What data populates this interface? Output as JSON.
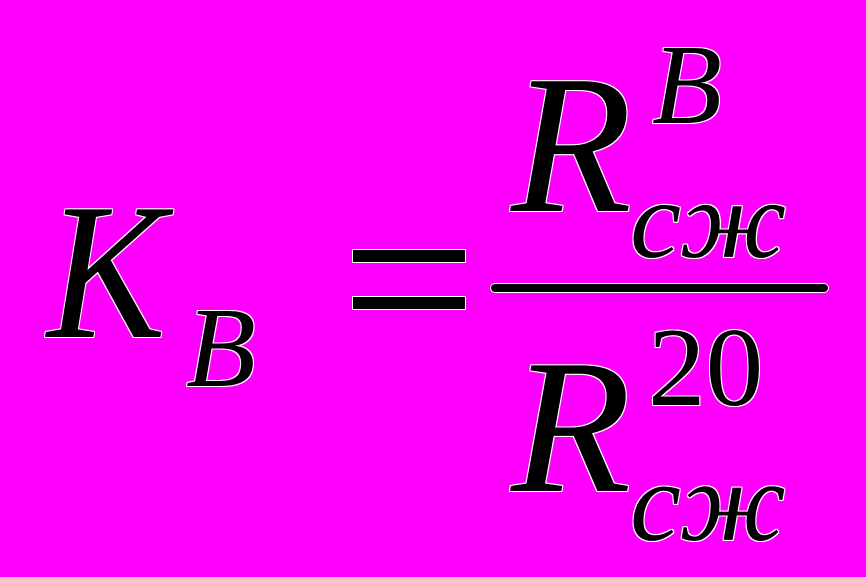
{
  "page": {
    "background_color": "#ff00ff",
    "ink_color": "#000000",
    "halo_color": "#ffffff",
    "description": "Mathematical formula on a magenta background"
  },
  "formula": {
    "equation": "K_В = R^В_сж / R^20_сж",
    "lhs": {
      "base": "K",
      "subscript": "В"
    },
    "equals": "=",
    "fraction": {
      "numerator": {
        "base": "R",
        "superscript": "В",
        "subscript": "сж"
      },
      "denominator": {
        "base": "R",
        "superscript": "20",
        "subscript": "сж"
      }
    }
  }
}
